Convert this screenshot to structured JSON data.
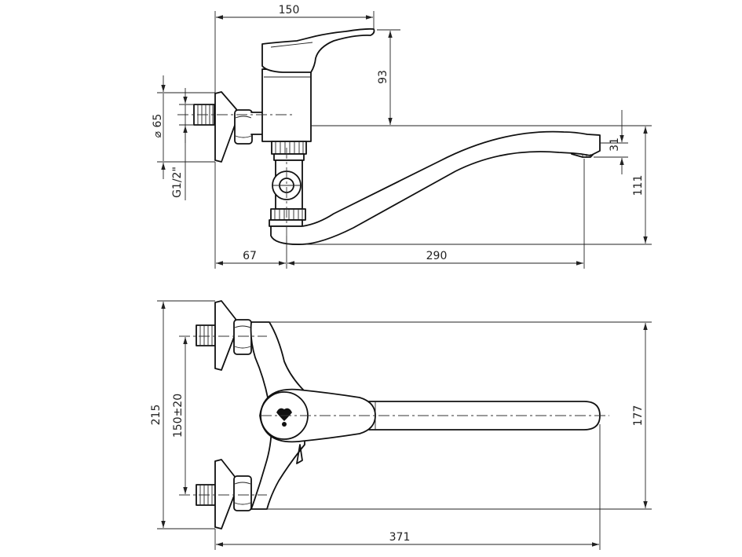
{
  "drawing": {
    "side_view": {
      "dim_width": "150",
      "dim_lever_height": "93",
      "dim_thread_dia": "⌀ 65",
      "dim_thread": "G1/2\"",
      "dim_spout_drop": "31",
      "dim_spout_height": "111",
      "dim_wall_offset": "67",
      "dim_spout_reach": "290"
    },
    "top_view": {
      "dim_total_height": "215",
      "dim_centers": "150±20",
      "dim_spout_span": "177",
      "dim_total_length": "371"
    },
    "colors": {
      "line": "#111111",
      "background": "#ffffff"
    }
  }
}
